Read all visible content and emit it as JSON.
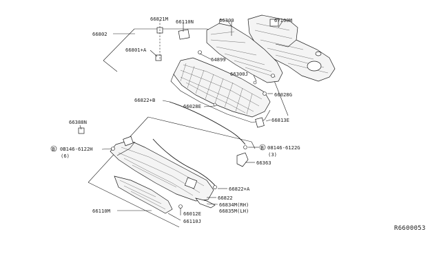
{
  "diagram": {
    "reference_code": "R6600053",
    "labels": {
      "p66802": "66802",
      "p66821M": "66821M",
      "p66110N": "66110N",
      "p66300": "66300",
      "p67100M": "67100M",
      "p66801A": "66801+A",
      "p64899": "64899",
      "p66300J": "66300J",
      "p66028G": "66028G",
      "p66822B": "66822+B",
      "p66028E": "66028E",
      "p66813E": "66813E",
      "p66388N": "66388N",
      "p08146_6122H": "0B146-6122H",
      "p08146_6122H_qty": "(6)",
      "p08146_6122G": "08146-6122G",
      "p08146_6122G_qty": "(3)",
      "p66363": "66363",
      "p66822A": "66822+A",
      "p66822": "66822",
      "p66834M": "66834M(RH)",
      "p66835M": "66835M(LH)",
      "p66012E": "66012E",
      "p66110M": "66110M",
      "p66110J": "66110J",
      "bolt_marker": "B"
    }
  }
}
